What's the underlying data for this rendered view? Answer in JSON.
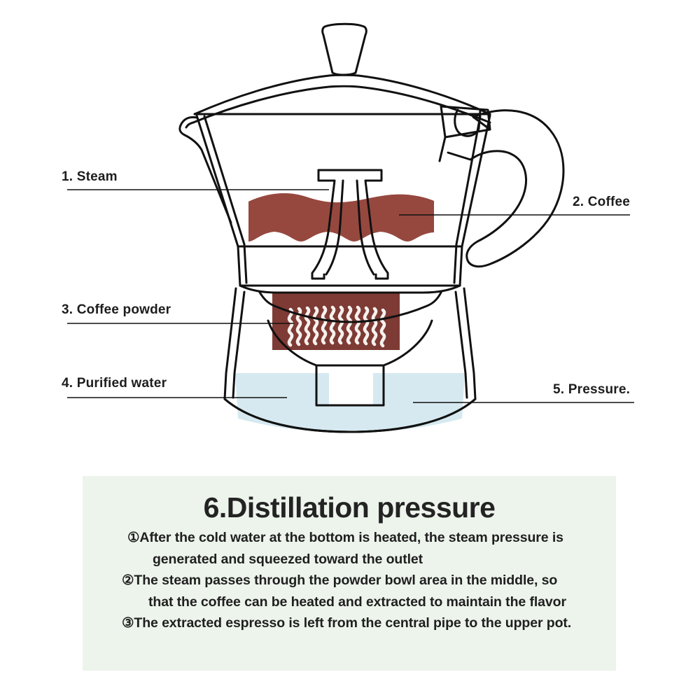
{
  "diagram": {
    "title": "Moka pot distillation pressure cutaway diagram",
    "colors": {
      "coffee": "#96483f",
      "coffee_powder": "#7e3a34",
      "water": "#d6e9f0",
      "outline": "#111111",
      "panel_bg": "#edf4ec",
      "text": "#1d1d1d"
    },
    "callouts": [
      {
        "id": "steam",
        "label": "1.  Steam",
        "side": "left"
      },
      {
        "id": "coffee",
        "label": "2.  Coffee",
        "side": "right"
      },
      {
        "id": "coffee-powder",
        "label": "3. Coffee powder",
        "side": "left"
      },
      {
        "id": "purified-water",
        "label": "4. Purified water",
        "side": "left"
      },
      {
        "id": "pressure",
        "label": "5. Pressure.",
        "side": "right"
      }
    ]
  },
  "panel": {
    "title": "6.Distillation pressure",
    "lines": [
      "①After the cold water at the bottom is heated, the steam pressure is",
      "generated and squeezed toward the outlet",
      "②The steam passes through the powder bowl area in the middle, so",
      "that the coffee can be heated and extracted to maintain the flavor",
      "③The extracted espresso is left from the central pipe to the upper pot."
    ]
  }
}
